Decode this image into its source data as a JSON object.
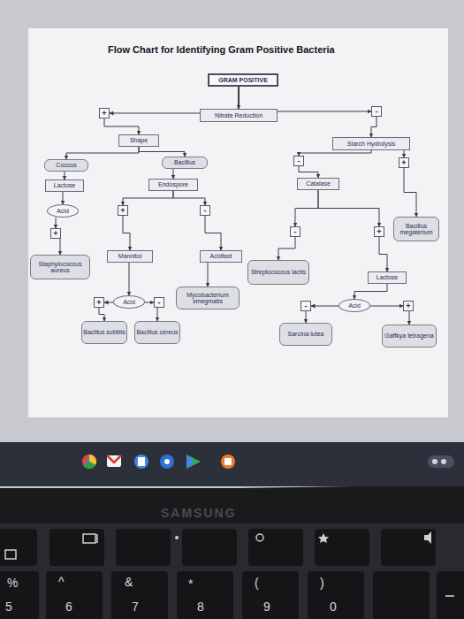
{
  "diagram": {
    "title": "Flow Chart for Identifying Gram Positive Bacteria",
    "nodes": [
      {
        "text": [
          "GRAM POSITIVE"
        ]
      },
      {
        "text": [
          "Nitrate Reduction"
        ]
      },
      {
        "text": [
          "+"
        ]
      },
      {
        "text": [
          "-"
        ]
      },
      {
        "text": [
          "Shape"
        ]
      },
      {
        "text": [
          "Starch Hydrolysis"
        ]
      },
      {
        "text": [
          "Coccus"
        ]
      },
      {
        "text": [
          "Bacillus"
        ]
      },
      {
        "text": [
          "-"
        ]
      },
      {
        "text": [
          "+"
        ]
      },
      {
        "text": [
          "Catalase"
        ]
      },
      {
        "text": [
          "Lactose"
        ]
      },
      {
        "text": [
          "Endospore"
        ]
      },
      {
        "text": [
          "Acid"
        ]
      },
      {
        "text": [
          "Bacillus megaterium"
        ]
      },
      {
        "text": [
          "+"
        ]
      },
      {
        "text": [
          "-"
        ]
      },
      {
        "text": [
          "+"
        ]
      },
      {
        "text": [
          "-"
        ]
      },
      {
        "text": [
          "+"
        ]
      },
      {
        "text": [
          "Mannitol"
        ]
      },
      {
        "text": [
          "Acidfast"
        ]
      },
      {
        "text": [
          "Staphylococcus aureus"
        ]
      },
      {
        "text": [
          "Streptococcus lactis"
        ]
      },
      {
        "text": [
          "Lactose"
        ]
      },
      {
        "text": [
          "Mycobacterium smegmatis"
        ]
      },
      {
        "text": [
          "+"
        ]
      },
      {
        "text": [
          "Acid"
        ]
      },
      {
        "text": [
          "-"
        ]
      },
      {
        "text": [
          "-"
        ]
      },
      {
        "text": [
          "Acid"
        ]
      },
      {
        "text": [
          "+"
        ]
      },
      {
        "text": [
          "Bacillus subtilis"
        ]
      },
      {
        "text": [
          "Bacillus cereus"
        ]
      },
      {
        "text": [
          "Sarcina lutea"
        ]
      },
      {
        "text": [
          "Gaffkya tetragena"
        ]
      }
    ],
    "edges": [
      {
        "from": 0,
        "to": 1,
        "arrow": "to"
      },
      {
        "from": 1,
        "to": 2,
        "arrow": "to"
      },
      {
        "from": 1,
        "to": 3,
        "arrow": "to"
      },
      {
        "from": 2,
        "to": 4,
        "arrow": "to"
      },
      {
        "from": 4,
        "to": 6,
        "arrow": "to"
      },
      {
        "from": 4,
        "to": 7,
        "arrow": "to"
      },
      {
        "from": 3,
        "to": 5,
        "arrow": "to"
      },
      {
        "from": 5,
        "to": 8,
        "arrow": "to"
      },
      {
        "from": 5,
        "to": 9,
        "arrow": "to"
      },
      {
        "from": 6,
        "to": 11,
        "arrow": "to"
      },
      {
        "from": 11,
        "to": 13,
        "arrow": "to"
      },
      {
        "from": 13,
        "to": 17,
        "arrow": "to"
      },
      {
        "from": 17,
        "to": 22,
        "arrow": "to"
      },
      {
        "from": 7,
        "to": 12,
        "arrow": "to"
      },
      {
        "from": 12,
        "to": 15,
        "arrow": "to"
      },
      {
        "from": 12,
        "to": 16,
        "arrow": "to"
      },
      {
        "from": 15,
        "to": 20,
        "arrow": "to"
      },
      {
        "from": 16,
        "to": 21,
        "arrow": "to"
      },
      {
        "from": 21,
        "to": 25,
        "arrow": "to"
      },
      {
        "from": 20,
        "to": 27,
        "arrow": "to"
      },
      {
        "from": 27,
        "to": 26,
        "arrow": "to"
      },
      {
        "from": 27,
        "to": 28,
        "arrow": "to"
      },
      {
        "from": 26,
        "to": 32,
        "arrow": "to"
      },
      {
        "from": 28,
        "to": 33,
        "arrow": "to"
      },
      {
        "from": 8,
        "to": 10,
        "arrow": "to"
      },
      {
        "from": 10,
        "to": 18,
        "arrow": "to"
      },
      {
        "from": 10,
        "to": 19,
        "arrow": "to"
      },
      {
        "from": 18,
        "to": 23,
        "arrow": "to"
      },
      {
        "from": 19,
        "to": 24,
        "arrow": "to"
      },
      {
        "from": 24,
        "to": 30,
        "arrow": "to"
      },
      {
        "from": 30,
        "to": 29,
        "arrow": "to"
      },
      {
        "from": 30,
        "to": 31,
        "arrow": "to"
      },
      {
        "from": 29,
        "to": 34,
        "arrow": "to"
      },
      {
        "from": 31,
        "to": 35,
        "arrow": "to"
      },
      {
        "from": 9,
        "to": 14,
        "arrow": "to"
      }
    ],
    "labels": [
      "SAMSUNG",
      "%",
      "5",
      "^",
      "6",
      "&",
      "7",
      "*",
      "8",
      "(",
      "9",
      ")",
      "0"
    ]
  }
}
